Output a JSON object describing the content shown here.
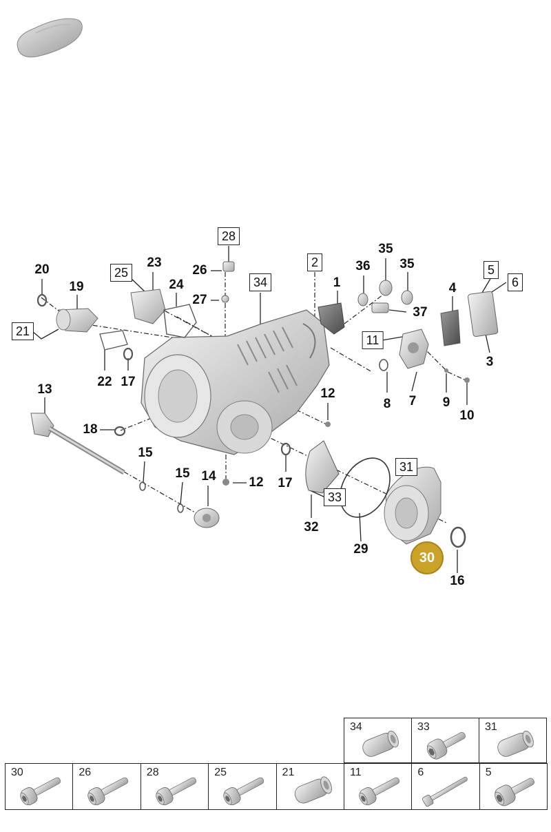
{
  "callouts": [
    {
      "id": "1",
      "text": "1",
      "style": "plain"
    },
    {
      "id": "2",
      "text": "2",
      "style": "boxed"
    },
    {
      "id": "3",
      "text": "3",
      "style": "plain"
    },
    {
      "id": "4",
      "text": "4",
      "style": "plain"
    },
    {
      "id": "5",
      "text": "5",
      "style": "boxed"
    },
    {
      "id": "6",
      "text": "6",
      "style": "boxed"
    },
    {
      "id": "7",
      "text": "7",
      "style": "plain"
    },
    {
      "id": "8",
      "text": "8",
      "style": "plain"
    },
    {
      "id": "9",
      "text": "9",
      "style": "plain"
    },
    {
      "id": "10",
      "text": "10",
      "style": "plain"
    },
    {
      "id": "11",
      "text": "11",
      "style": "boxed"
    },
    {
      "id": "12a",
      "text": "12",
      "style": "plain"
    },
    {
      "id": "12b",
      "text": "12",
      "style": "plain"
    },
    {
      "id": "13",
      "text": "13",
      "style": "plain"
    },
    {
      "id": "14",
      "text": "14",
      "style": "plain"
    },
    {
      "id": "15a",
      "text": "15",
      "style": "plain"
    },
    {
      "id": "15b",
      "text": "15",
      "style": "plain"
    },
    {
      "id": "16",
      "text": "16",
      "style": "plain"
    },
    {
      "id": "17a",
      "text": "17",
      "style": "plain"
    },
    {
      "id": "17b",
      "text": "17",
      "style": "plain"
    },
    {
      "id": "18",
      "text": "18",
      "style": "plain"
    },
    {
      "id": "19",
      "text": "19",
      "style": "plain"
    },
    {
      "id": "20",
      "text": "20",
      "style": "plain"
    },
    {
      "id": "21",
      "text": "21",
      "style": "boxed"
    },
    {
      "id": "22",
      "text": "22",
      "style": "plain"
    },
    {
      "id": "23",
      "text": "23",
      "style": "plain"
    },
    {
      "id": "24",
      "text": "24",
      "style": "plain"
    },
    {
      "id": "25",
      "text": "25",
      "style": "boxed"
    },
    {
      "id": "26",
      "text": "26",
      "style": "plain"
    },
    {
      "id": "27",
      "text": "27",
      "style": "plain"
    },
    {
      "id": "28",
      "text": "28",
      "style": "boxed"
    },
    {
      "id": "29",
      "text": "29",
      "style": "plain"
    },
    {
      "id": "30",
      "text": "30",
      "style": "highlight"
    },
    {
      "id": "31",
      "text": "31",
      "style": "boxed"
    },
    {
      "id": "32",
      "text": "32",
      "style": "plain"
    },
    {
      "id": "33",
      "text": "33",
      "style": "boxed"
    },
    {
      "id": "34",
      "text": "34",
      "style": "boxed"
    },
    {
      "id": "35a",
      "text": "35",
      "style": "plain"
    },
    {
      "id": "35b",
      "text": "35",
      "style": "plain"
    },
    {
      "id": "36",
      "text": "36",
      "style": "plain"
    },
    {
      "id": "37",
      "text": "37",
      "style": "plain"
    }
  ],
  "fastener_table": {
    "top_row": [
      {
        "number": "34",
        "part": "sleeve-nut"
      },
      {
        "number": "33",
        "part": "socket-bolt"
      },
      {
        "number": "31",
        "part": "sleeve-nut"
      }
    ],
    "bottom_row": [
      {
        "number": "30",
        "part": "hex-bolt"
      },
      {
        "number": "26",
        "part": "hex-bolt"
      },
      {
        "number": "28",
        "part": "hex-bolt"
      },
      {
        "number": "25",
        "part": "hex-bolt"
      },
      {
        "number": "21",
        "part": "sleeve-nut"
      },
      {
        "number": "11",
        "part": "hex-bolt"
      },
      {
        "number": "6",
        "part": "long-bolt"
      },
      {
        "number": "5",
        "part": "socket-bolt"
      }
    ]
  },
  "colors": {
    "highlight": "#c9a227",
    "line": "#222222",
    "part_fill": "#dcdcdc"
  }
}
